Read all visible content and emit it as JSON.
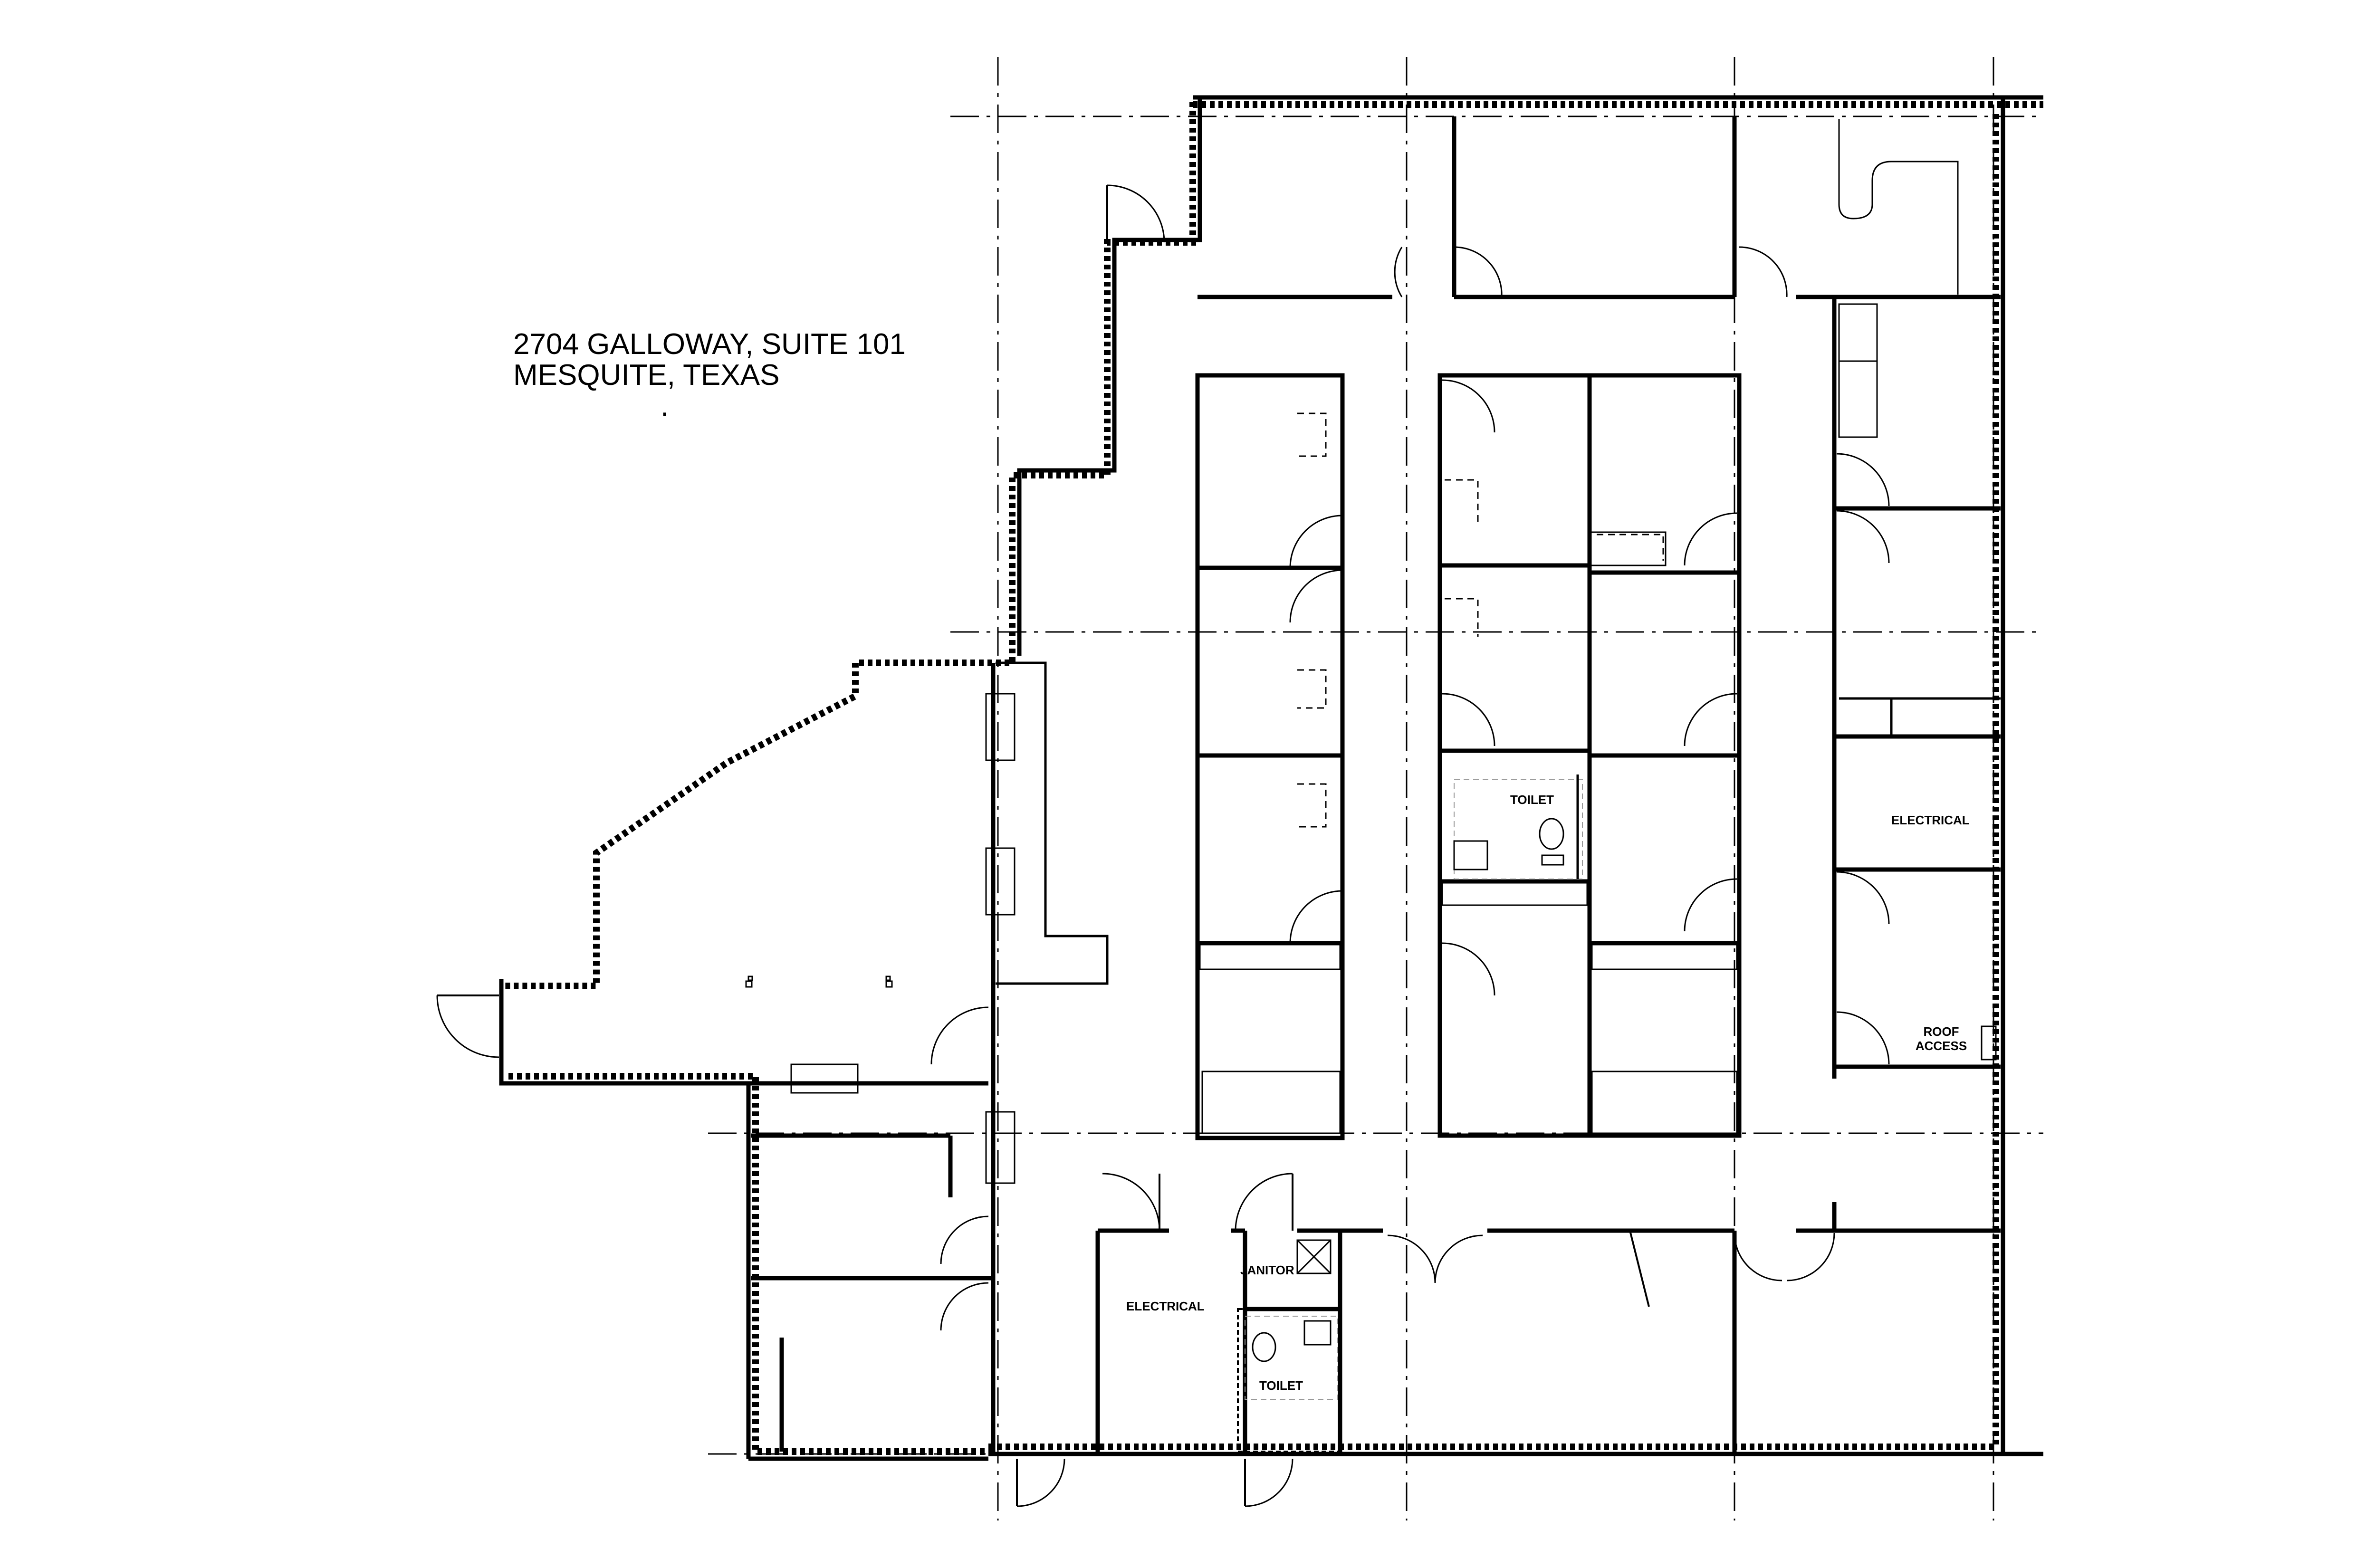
{
  "address": {
    "line1": "2704 GALLOWAY, SUITE 101",
    "line2": "MESQUITE, TEXAS",
    "mark": "."
  },
  "rooms": {
    "toilet_upper": "TOILET",
    "electrical_right": "ELECTRICAL",
    "roof_access_line1": "ROOF",
    "roof_access_line2": "ACCESS",
    "janitor": "JANITOR",
    "electrical_lower": "ELECTRICAL",
    "toilet_lower": "TOILET"
  }
}
